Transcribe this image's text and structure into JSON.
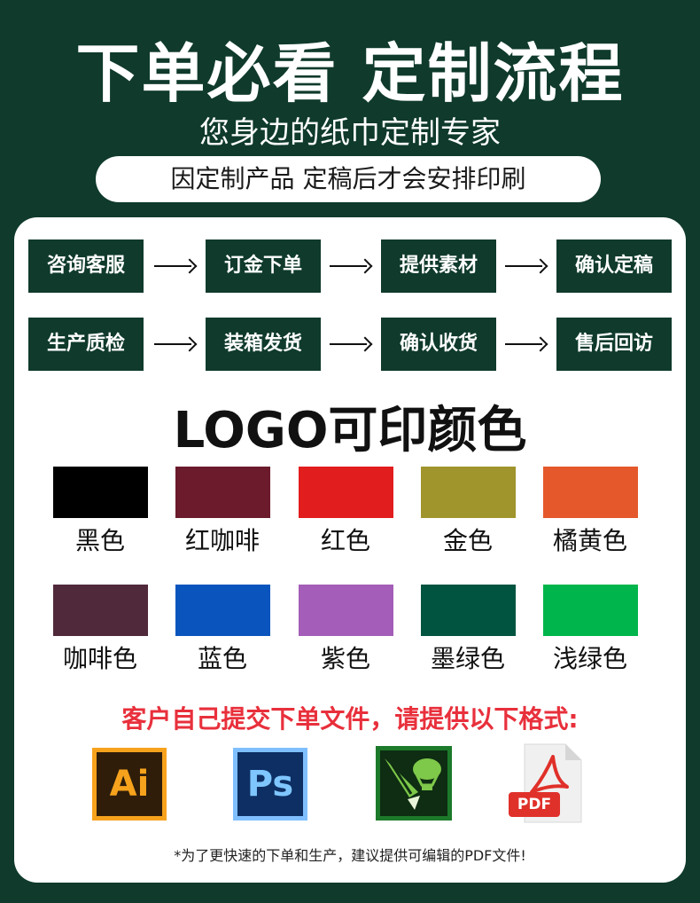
{
  "header": {
    "title": "下单必看 定制流程",
    "subtitle": "您身边的纸巾定制专家",
    "notice": "因定制产品 定稿后才会安排印刷"
  },
  "process": {
    "row1": [
      "咨询客服",
      "订金下单",
      "提供素材",
      "确认定稿"
    ],
    "row2": [
      "生产质检",
      "装箱发货",
      "确认收货",
      "售后回访"
    ]
  },
  "logo_colors": {
    "heading": "LOGO可印颜色",
    "swatches": [
      {
        "label": "黑色",
        "color": "#000000"
      },
      {
        "label": "红咖啡",
        "color": "#6b1b2c"
      },
      {
        "label": "红色",
        "color": "#e21d1d"
      },
      {
        "label": "金色",
        "color": "#a0942d"
      },
      {
        "label": "橘黄色",
        "color": "#e4582b"
      },
      {
        "label": "咖啡色",
        "color": "#50293a"
      },
      {
        "label": "蓝色",
        "color": "#0a55bd"
      },
      {
        "label": "紫色",
        "color": "#a45db8"
      },
      {
        "label": "墨绿色",
        "color": "#005440"
      },
      {
        "label": "浅绿色",
        "color": "#00b54b"
      }
    ]
  },
  "files": {
    "cta": "客户自己提交下单文件，请提供以下格式:",
    "formats": [
      {
        "icon": "illustrator-icon",
        "text": "Ai"
      },
      {
        "icon": "photoshop-icon",
        "text": "Ps"
      },
      {
        "icon": "coreldraw-icon",
        "text": ""
      },
      {
        "icon": "pdf-icon",
        "text": "PDF"
      }
    ],
    "footnote": "*为了更快速的下单和生产，建议提供可编辑的PDF文件!"
  }
}
